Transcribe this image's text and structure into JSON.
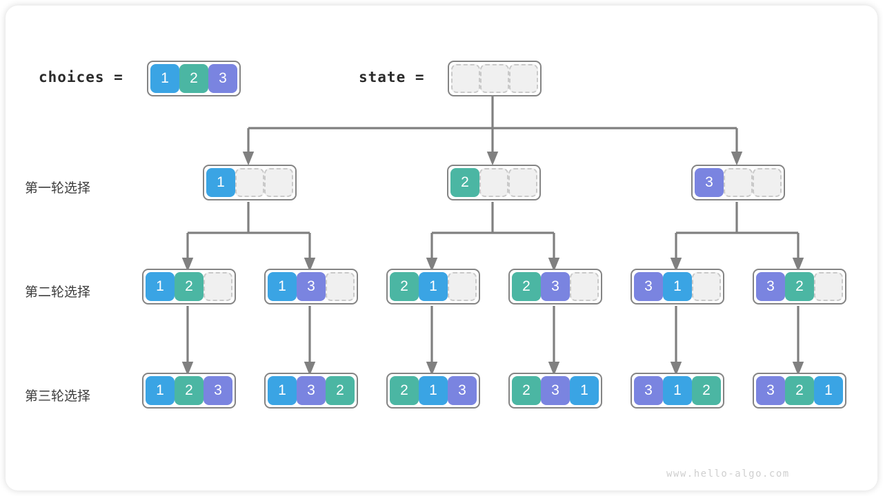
{
  "diagram": {
    "title_labels": {
      "choices": "choices  =",
      "state": "state  =",
      "watermark": "www.hello-algo.com"
    },
    "row_labels": [
      "第一轮选择",
      "第二轮选择",
      "第三轮选择"
    ],
    "colors": {
      "value_1": "#3aa4e4",
      "value_2": "#4bb6a3",
      "value_3": "#7a84e0",
      "empty_cell": "#f0f0f0",
      "box_border": "#848484",
      "empty_border": "#c9c9c9",
      "edge": "#808080",
      "text": "#3c3c3c",
      "watermark": "#cfcfcf"
    },
    "header": {
      "choices_values": [
        "1",
        "2",
        "3"
      ],
      "state_values": [
        "",
        "",
        ""
      ]
    },
    "levels": [
      {
        "label": "第一轮选择",
        "nodes": [
          {
            "values": [
              "1",
              "",
              ""
            ]
          },
          {
            "values": [
              "2",
              "",
              ""
            ]
          },
          {
            "values": [
              "3",
              "",
              ""
            ]
          }
        ]
      },
      {
        "label": "第二轮选择",
        "nodes": [
          {
            "values": [
              "1",
              "2",
              ""
            ]
          },
          {
            "values": [
              "1",
              "3",
              ""
            ]
          },
          {
            "values": [
              "2",
              "1",
              ""
            ]
          },
          {
            "values": [
              "2",
              "3",
              ""
            ]
          },
          {
            "values": [
              "3",
              "1",
              ""
            ]
          },
          {
            "values": [
              "3",
              "2",
              ""
            ]
          }
        ]
      },
      {
        "label": "第三轮选择",
        "nodes": [
          {
            "values": [
              "1",
              "2",
              "3"
            ]
          },
          {
            "values": [
              "1",
              "3",
              "2"
            ]
          },
          {
            "values": [
              "2",
              "1",
              "3"
            ]
          },
          {
            "values": [
              "2",
              "3",
              "1"
            ]
          },
          {
            "values": [
              "3",
              "1",
              "2"
            ]
          },
          {
            "values": [
              "3",
              "2",
              "1"
            ]
          }
        ]
      }
    ]
  }
}
